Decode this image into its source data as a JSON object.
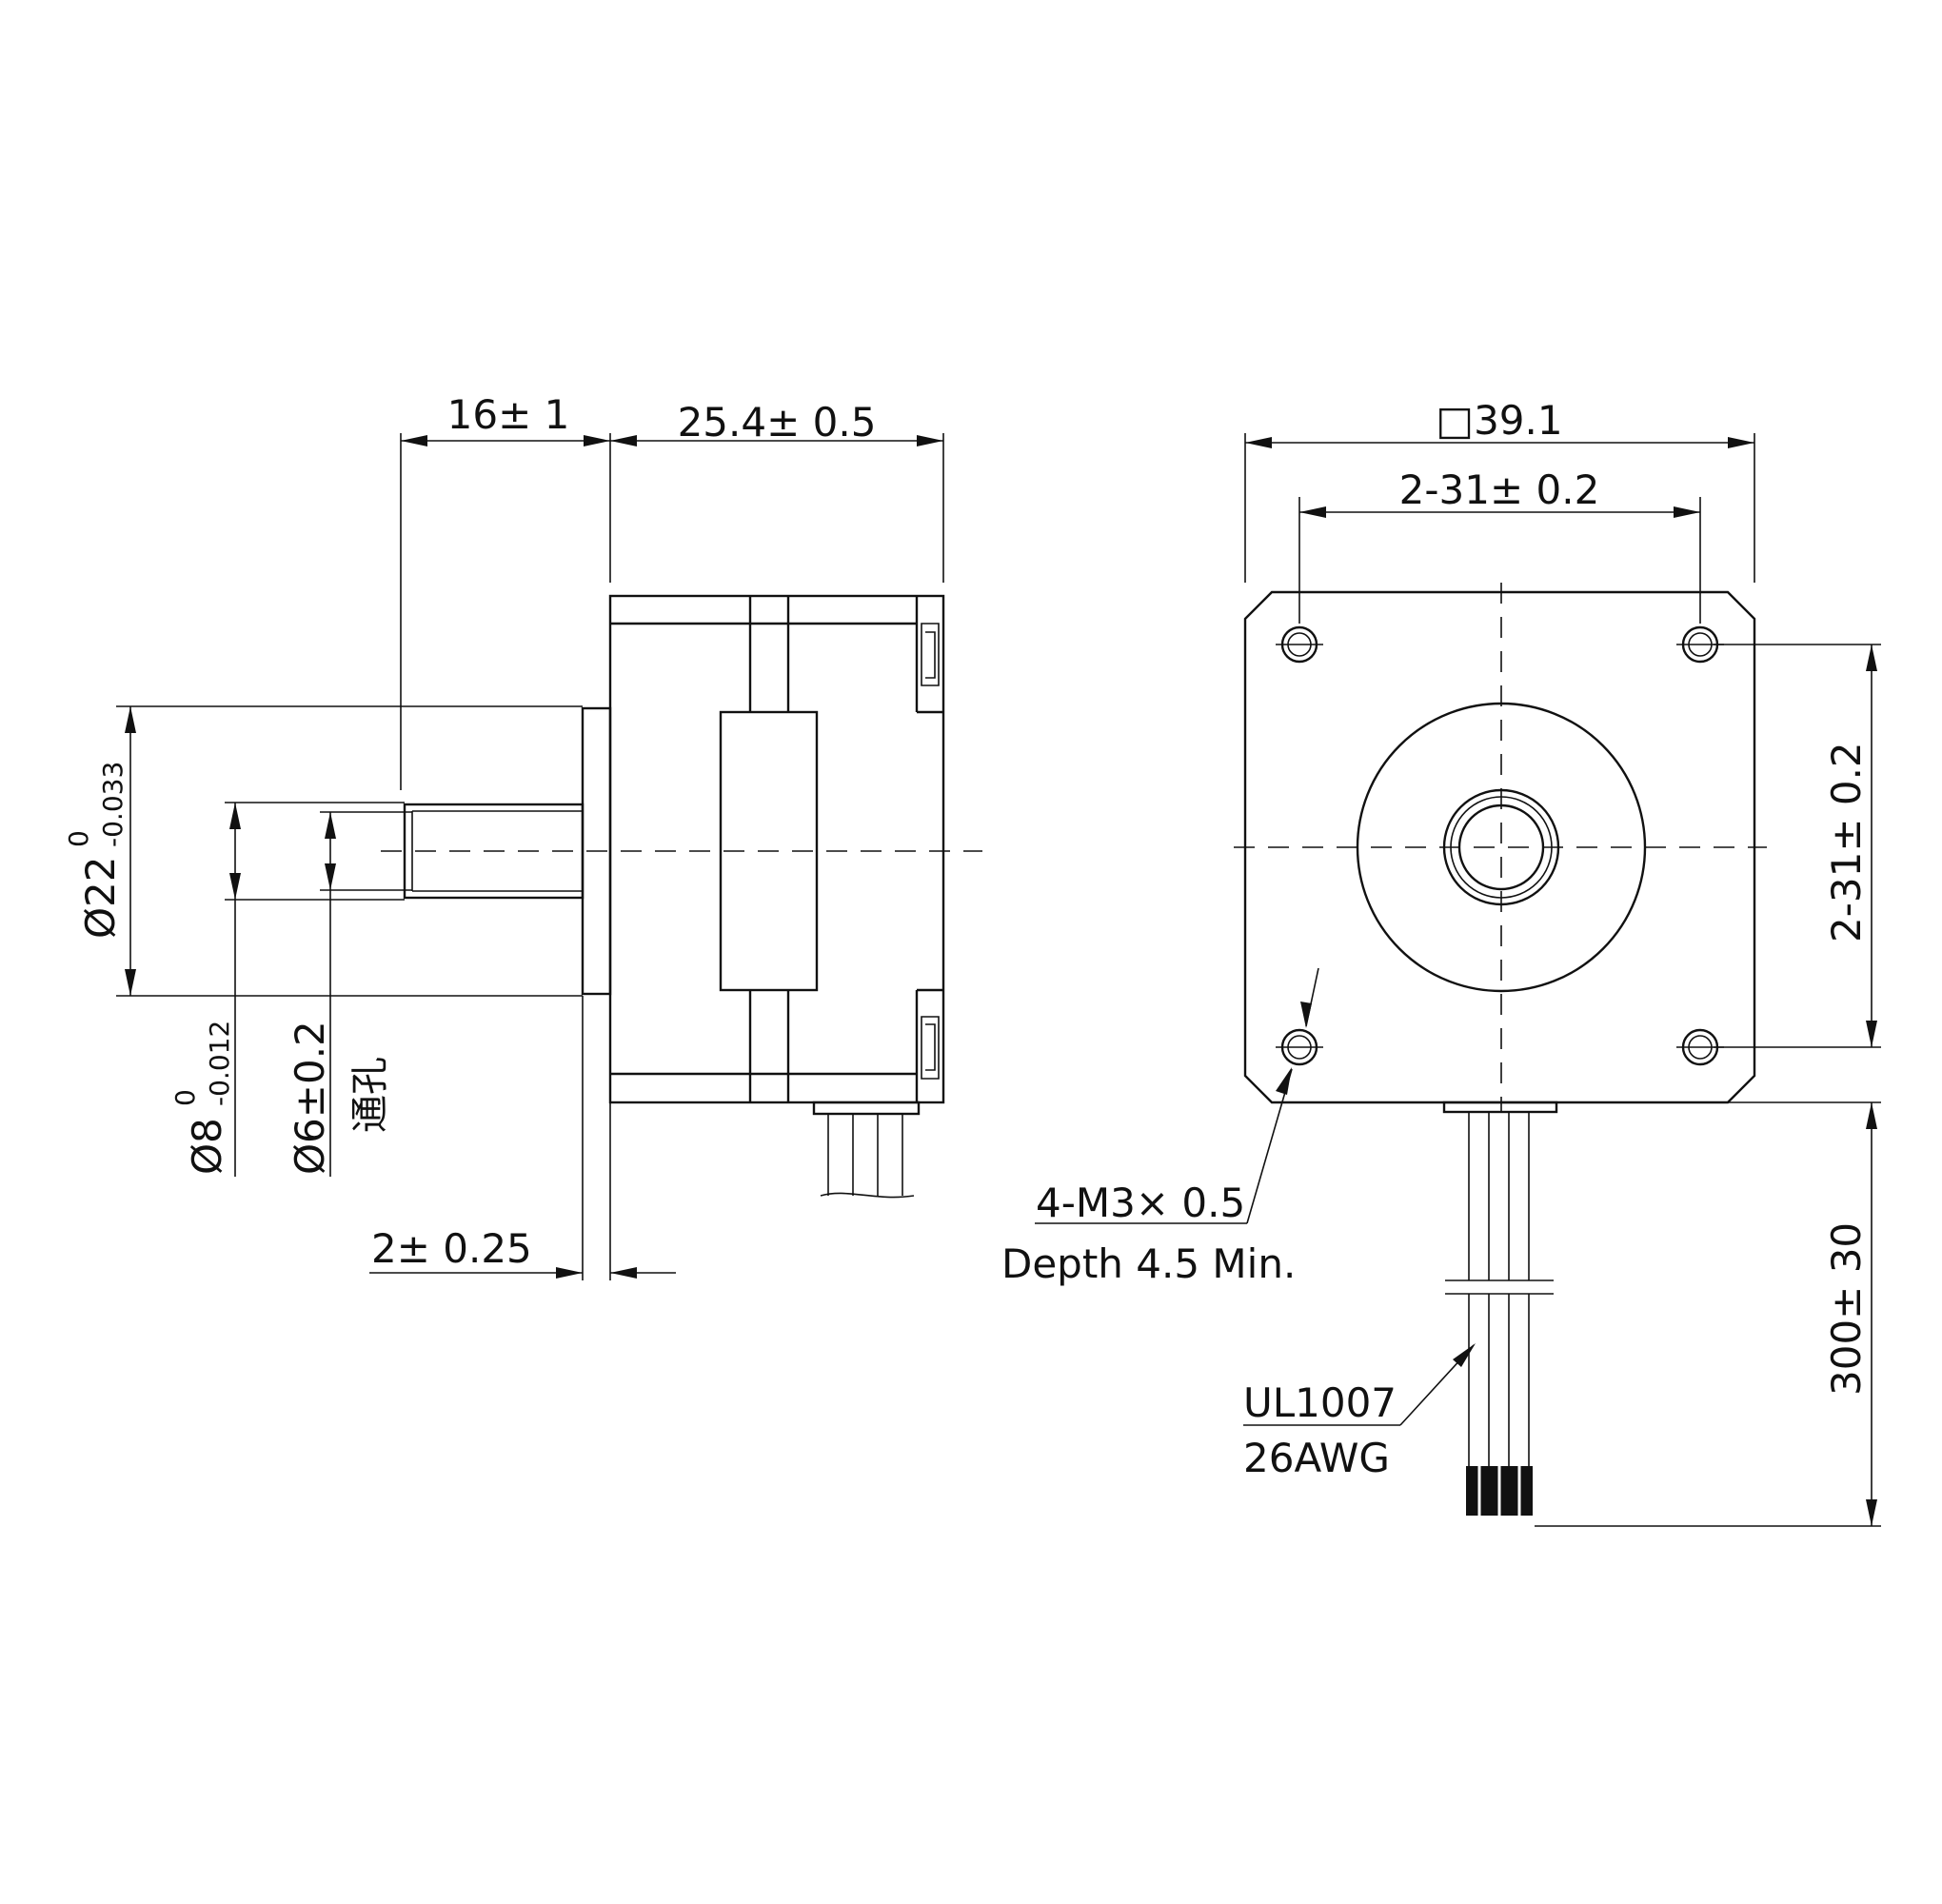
{
  "side_view": {
    "dim_shaft_length": "16± 1",
    "dim_body_length": "25.4± 0.5",
    "dim_pilot_dia": "Ø22",
    "dim_pilot_dia_upper": "0",
    "dim_pilot_dia_lower": "-0.033",
    "dim_shaft_dia": "Ø8",
    "dim_shaft_dia_upper": "0",
    "dim_shaft_dia_lower": "-0.012",
    "dim_bore_dia": "Ø6±0.2",
    "dim_bore_note": "通孔",
    "dim_pilot_height": "2± 0.25"
  },
  "front_view": {
    "dim_frame_size": "□39.1",
    "dim_hole_spacing_h": "2-31± 0.2",
    "dim_hole_spacing_v": "2-31± 0.2",
    "dim_lead_length": "300± 30",
    "callout_thread": "4-M3× 0.5",
    "callout_thread_depth": "Depth 4.5 Min.",
    "callout_wire_type": "UL1007",
    "callout_wire_gauge": "26AWG"
  }
}
